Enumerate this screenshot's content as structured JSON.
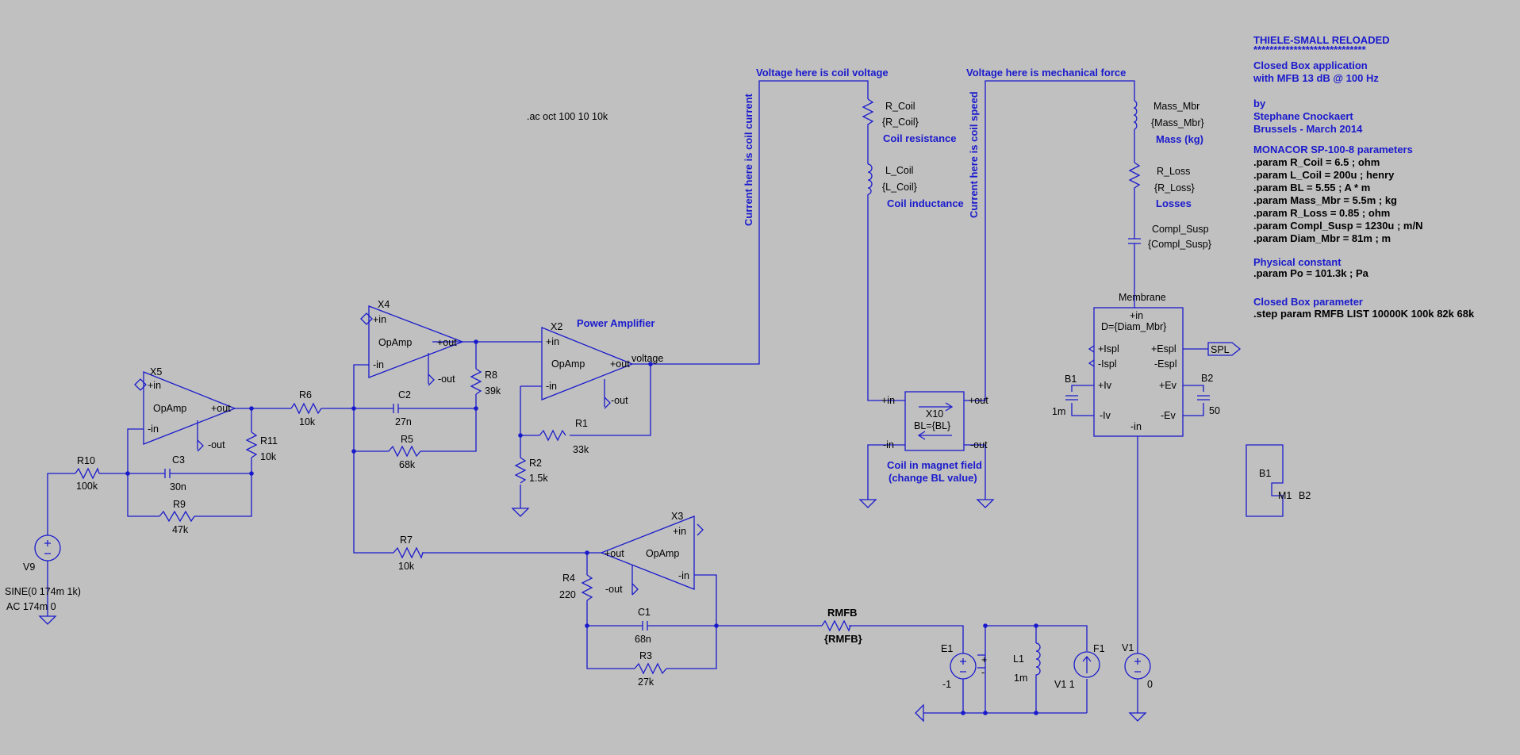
{
  "directive_ac": ".ac oct 100 10 10k",
  "labels": {
    "coil_voltage": "Voltage here is coil voltage",
    "coil_current": "Current here is coil current",
    "mech_force": "Voltage here is mechanical force",
    "coil_speed": "Current here is coil speed",
    "power_amp": "Power Amplifier",
    "voltage_net": "voltage",
    "coil_resistance": "Coil resistance",
    "coil_inductance": "Coil inductance",
    "mass_kg": "Mass (kg)",
    "losses": "Losses",
    "magnet_1": "Coil in magnet field",
    "magnet_2": "(change BL value)",
    "membrane": "Membrane",
    "spl": "SPL"
  },
  "opamps": {
    "x5": {
      "name": "X5",
      "type": "OpAmp",
      "in_p": "+in",
      "in_n": "-in",
      "out": "+out",
      "out_n": "-out"
    },
    "x4": {
      "name": "X4",
      "type": "OpAmp",
      "in_p": "+in",
      "in_n": "-in",
      "out": "+out",
      "out_n": "-out"
    },
    "x2": {
      "name": "X2",
      "type": "OpAmp",
      "in_p": "+in",
      "in_n": "-in",
      "out": "+out",
      "out_n": "-out"
    },
    "x3": {
      "name": "X3",
      "type": "OpAmp",
      "in_p": "+in",
      "in_n": "-in",
      "out": "+out",
      "out_n": "-out"
    }
  },
  "components": {
    "r10": {
      "name": "R10",
      "value": "100k"
    },
    "c3": {
      "name": "C3",
      "value": "30n"
    },
    "r9": {
      "name": "R9",
      "value": "47k"
    },
    "r11": {
      "name": "R11",
      "value": "10k"
    },
    "r6": {
      "name": "R6",
      "value": "10k"
    },
    "c2": {
      "name": "C2",
      "value": "27n"
    },
    "r5": {
      "name": "R5",
      "value": "68k"
    },
    "r8": {
      "name": "R8",
      "value": "39k"
    },
    "r1": {
      "name": "R1",
      "value": "33k"
    },
    "r2": {
      "name": "R2",
      "value": "1.5k"
    },
    "r7": {
      "name": "R7",
      "value": "10k"
    },
    "r4": {
      "name": "R4",
      "value": "220"
    },
    "c1": {
      "name": "C1",
      "value": "68n"
    },
    "r3": {
      "name": "R3",
      "value": "27k"
    },
    "rmfb": {
      "name": "RMFB",
      "value": "{RMFB}"
    },
    "e1": {
      "name": "E1",
      "value": "-1"
    },
    "l1": {
      "name": "L1",
      "value": "1m"
    },
    "f1": {
      "name": "F1",
      "value": "V1 1"
    },
    "v1": {
      "name": "V1",
      "value": "0"
    },
    "v9": {
      "name": "V9",
      "value1": "SINE(0 174m 1k)",
      "value2": "AC 174m 0"
    },
    "r_coil": {
      "name": "R_Coil",
      "value": "{R_Coil}"
    },
    "l_coil": {
      "name": "L_Coil",
      "value": "{L_Coil}"
    },
    "mass_mbr": {
      "name": "Mass_Mbr",
      "value": "{Mass_Mbr}"
    },
    "r_loss": {
      "name": "R_Loss",
      "value": "{R_Loss}"
    },
    "compl_susp": {
      "name": "Compl_Susp",
      "value": "{Compl_Susp}"
    },
    "b1_cap": {
      "name": "B1",
      "value": "1m"
    },
    "b2_cap": {
      "name": "B2",
      "value": "50"
    }
  },
  "x10": {
    "name": "X10",
    "value": "BL={BL}",
    "in_p": "+in",
    "in_n": "-in",
    "out_p": "+out",
    "out_n": "-out"
  },
  "membrane_box": {
    "in": "+in",
    "diam": "D={Diam_Mbr}",
    "ispl_p": "+Ispl",
    "ispl_n": "-Ispl",
    "espl_p": "+Espl",
    "espl_n": "-Espl",
    "iv_p": "+Iv",
    "iv_n": "-Iv",
    "ev_p": "+Ev",
    "ev_n": "-Ev",
    "in_n": "-in"
  },
  "small_box": {
    "b1": "B1",
    "m1": "M1",
    "b2": "B2"
  },
  "notes": {
    "title": "THIELE-SMALL RELOADED",
    "stars": "****************************",
    "lines_a": [
      "Closed Box application",
      "with MFB 13 dB @ 100 Hz"
    ],
    "lines_b": [
      "by",
      "Stephane Cnockaert",
      "Brussels - March 2014"
    ],
    "params_header": "MONACOR SP-100-8 parameters",
    "params": [
      ".param R_Coil = 6.5 ; ohm",
      ".param L_Coil = 200u ; henry",
      ".param BL = 5.55 ; A * m",
      ".param Mass_Mbr = 5.5m ; kg",
      ".param R_Loss = 0.85 ; ohm",
      ".param Compl_Susp = 1230u ; m/N",
      ".param Diam_Mbr = 81m ; m"
    ],
    "phys_header": "Physical constant",
    "phys": ".param Po = 101.3k ; Pa",
    "closed_header": "Closed Box parameter",
    "step": ".step param RMFB LIST 10000K 100k 82k 68k"
  }
}
